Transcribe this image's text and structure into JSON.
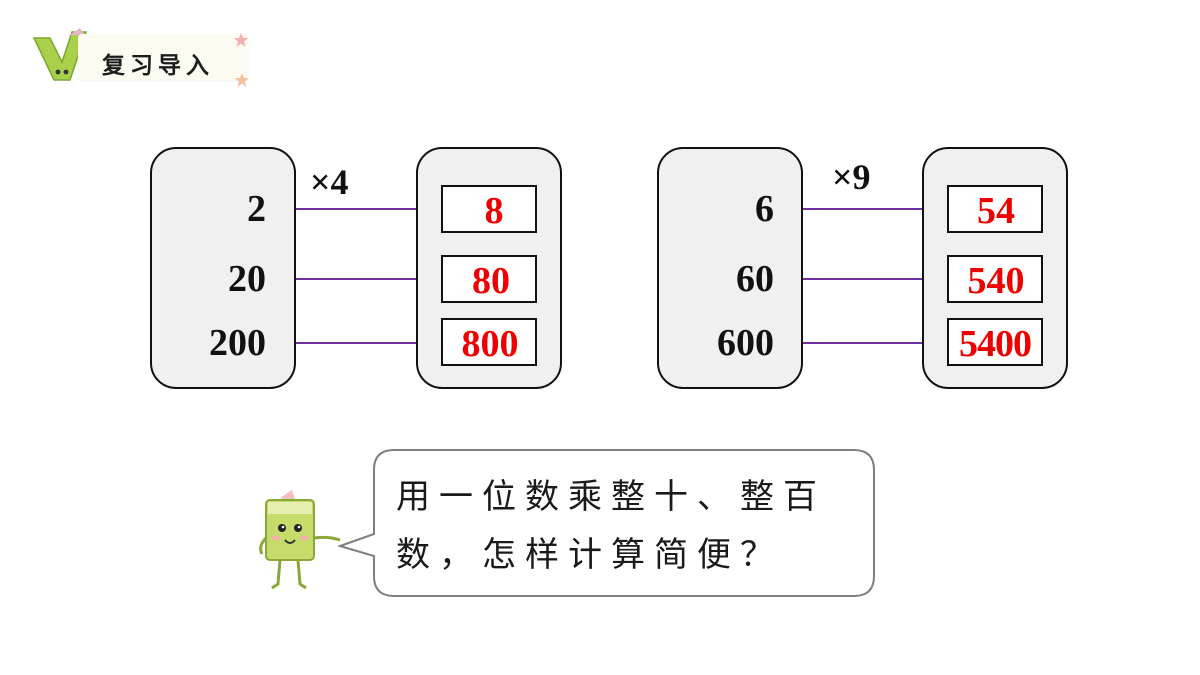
{
  "header": {
    "title": "复习导入"
  },
  "left": {
    "operator": "×4",
    "inputs": [
      "2",
      "20",
      "200"
    ],
    "outputs": [
      "8",
      "80",
      "800"
    ]
  },
  "right": {
    "operator": "×9",
    "inputs": [
      "6",
      "60",
      "600"
    ],
    "outputs": [
      "54",
      "540",
      "5400"
    ]
  },
  "bubble": {
    "text": "用一位数乘整十、整百数，怎样计算简便？"
  },
  "colors": {
    "answer": "#ee0000",
    "arrow": "#7030a0",
    "box_fill": "#f0f0f0"
  }
}
